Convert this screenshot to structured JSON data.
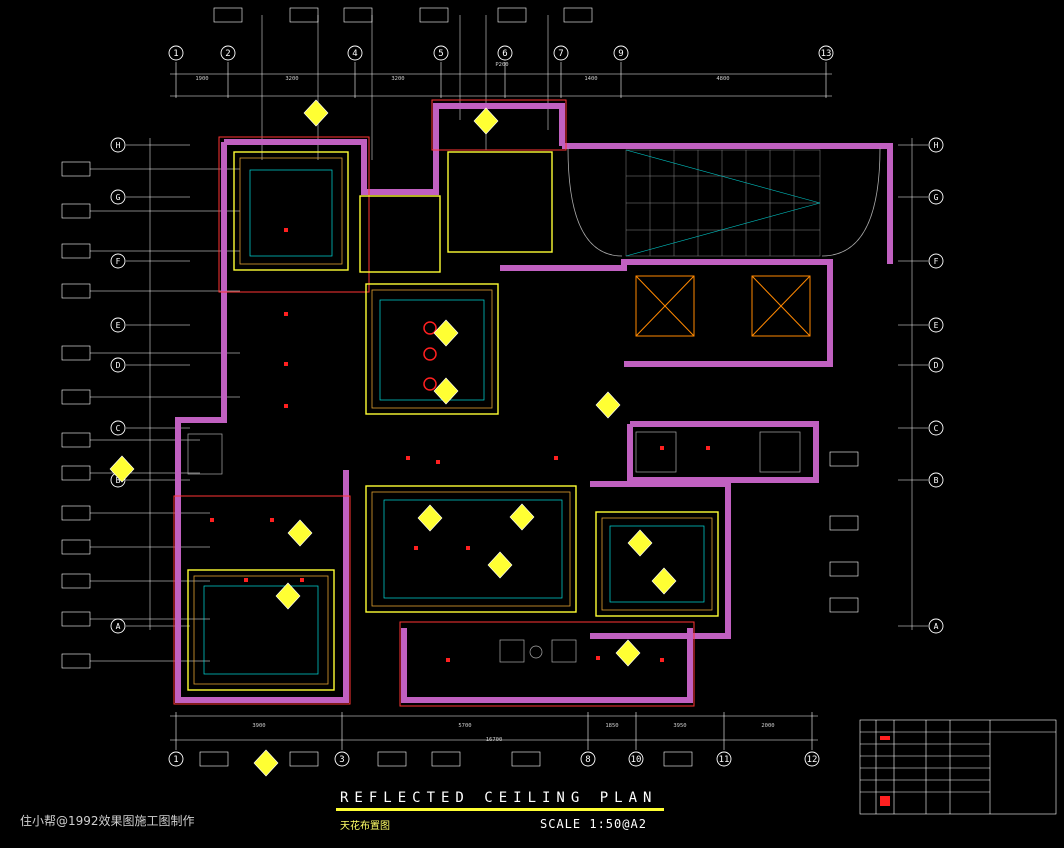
{
  "drawing": {
    "title": "REFLECTED    CEILING    PLAN",
    "subtitle": "天花布置图",
    "scale": "SCALE 1:50@A2"
  },
  "watermark": "住小帮@1992效果图施工图制作",
  "grid": {
    "top_columns": [
      "1",
      "2",
      "4",
      "5",
      "6",
      "7",
      "9",
      "13"
    ],
    "bottom_columns": [
      "1",
      "3",
      "8",
      "10",
      "11",
      "12"
    ],
    "rows_left": [
      "H",
      "G",
      "F",
      "E",
      "D",
      "C",
      "B",
      "A"
    ],
    "rows_right": [
      "H",
      "G",
      "F",
      "E",
      "D",
      "C",
      "B",
      "A"
    ]
  },
  "dimensions": {
    "top": [
      "1900",
      "3200",
      "3200",
      "1400",
      "4800"
    ],
    "top_small": [
      "P200"
    ],
    "bottom": [
      "3900",
      "5700",
      "1850",
      "3950",
      "2000"
    ],
    "bottom_total": [
      "16700"
    ]
  },
  "colors": {
    "background": "#000000",
    "walls": "#c060c0",
    "gridlines": "#ffffff",
    "ceiling_lines": "#ffff33",
    "hatch": "#ff3333",
    "lights": "#ff2020",
    "accent": "#00e0e0",
    "title_bar": "#ffff33"
  }
}
